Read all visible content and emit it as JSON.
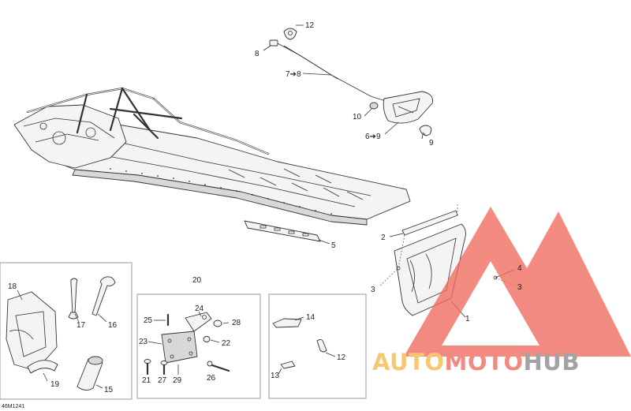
{
  "ref_code": "46M1241",
  "watermark": {
    "word_part1": "AUTO",
    "word_part2": "MOTO",
    "word_part3": "HUB",
    "colors": {
      "auto": "#f5b84a",
      "moto": "#f06a5e",
      "hub": "#8a8a8a",
      "triangle": "#f06a5e"
    }
  },
  "callouts": [
    {
      "id": "c12a",
      "text": "12"
    },
    {
      "id": "c8",
      "text": "8"
    },
    {
      "id": "c78",
      "text": "7➔8"
    },
    {
      "id": "c10",
      "text": "10"
    },
    {
      "id": "c69",
      "text": "6➔9"
    },
    {
      "id": "c9",
      "text": "9"
    },
    {
      "id": "c2",
      "text": "2"
    },
    {
      "id": "c5",
      "text": "5"
    },
    {
      "id": "c4",
      "text": "4"
    },
    {
      "id": "c3a",
      "text": "3"
    },
    {
      "id": "c3b",
      "text": "3"
    },
    {
      "id": "c1",
      "text": "1"
    },
    {
      "id": "c18",
      "text": "18"
    },
    {
      "id": "c17",
      "text": "17"
    },
    {
      "id": "c16",
      "text": "16"
    },
    {
      "id": "c19",
      "text": "19"
    },
    {
      "id": "c15",
      "text": "15"
    },
    {
      "id": "c20",
      "text": "20"
    },
    {
      "id": "c24",
      "text": "24"
    },
    {
      "id": "c25",
      "text": "25"
    },
    {
      "id": "c28",
      "text": "28"
    },
    {
      "id": "c23",
      "text": "23"
    },
    {
      "id": "c22",
      "text": "22"
    },
    {
      "id": "c21",
      "text": "21"
    },
    {
      "id": "c27",
      "text": "27"
    },
    {
      "id": "c29",
      "text": "29"
    },
    {
      "id": "c26",
      "text": "26"
    },
    {
      "id": "c14",
      "text": "14"
    },
    {
      "id": "c12b",
      "text": "12"
    },
    {
      "id": "c13",
      "text": "13"
    }
  ]
}
